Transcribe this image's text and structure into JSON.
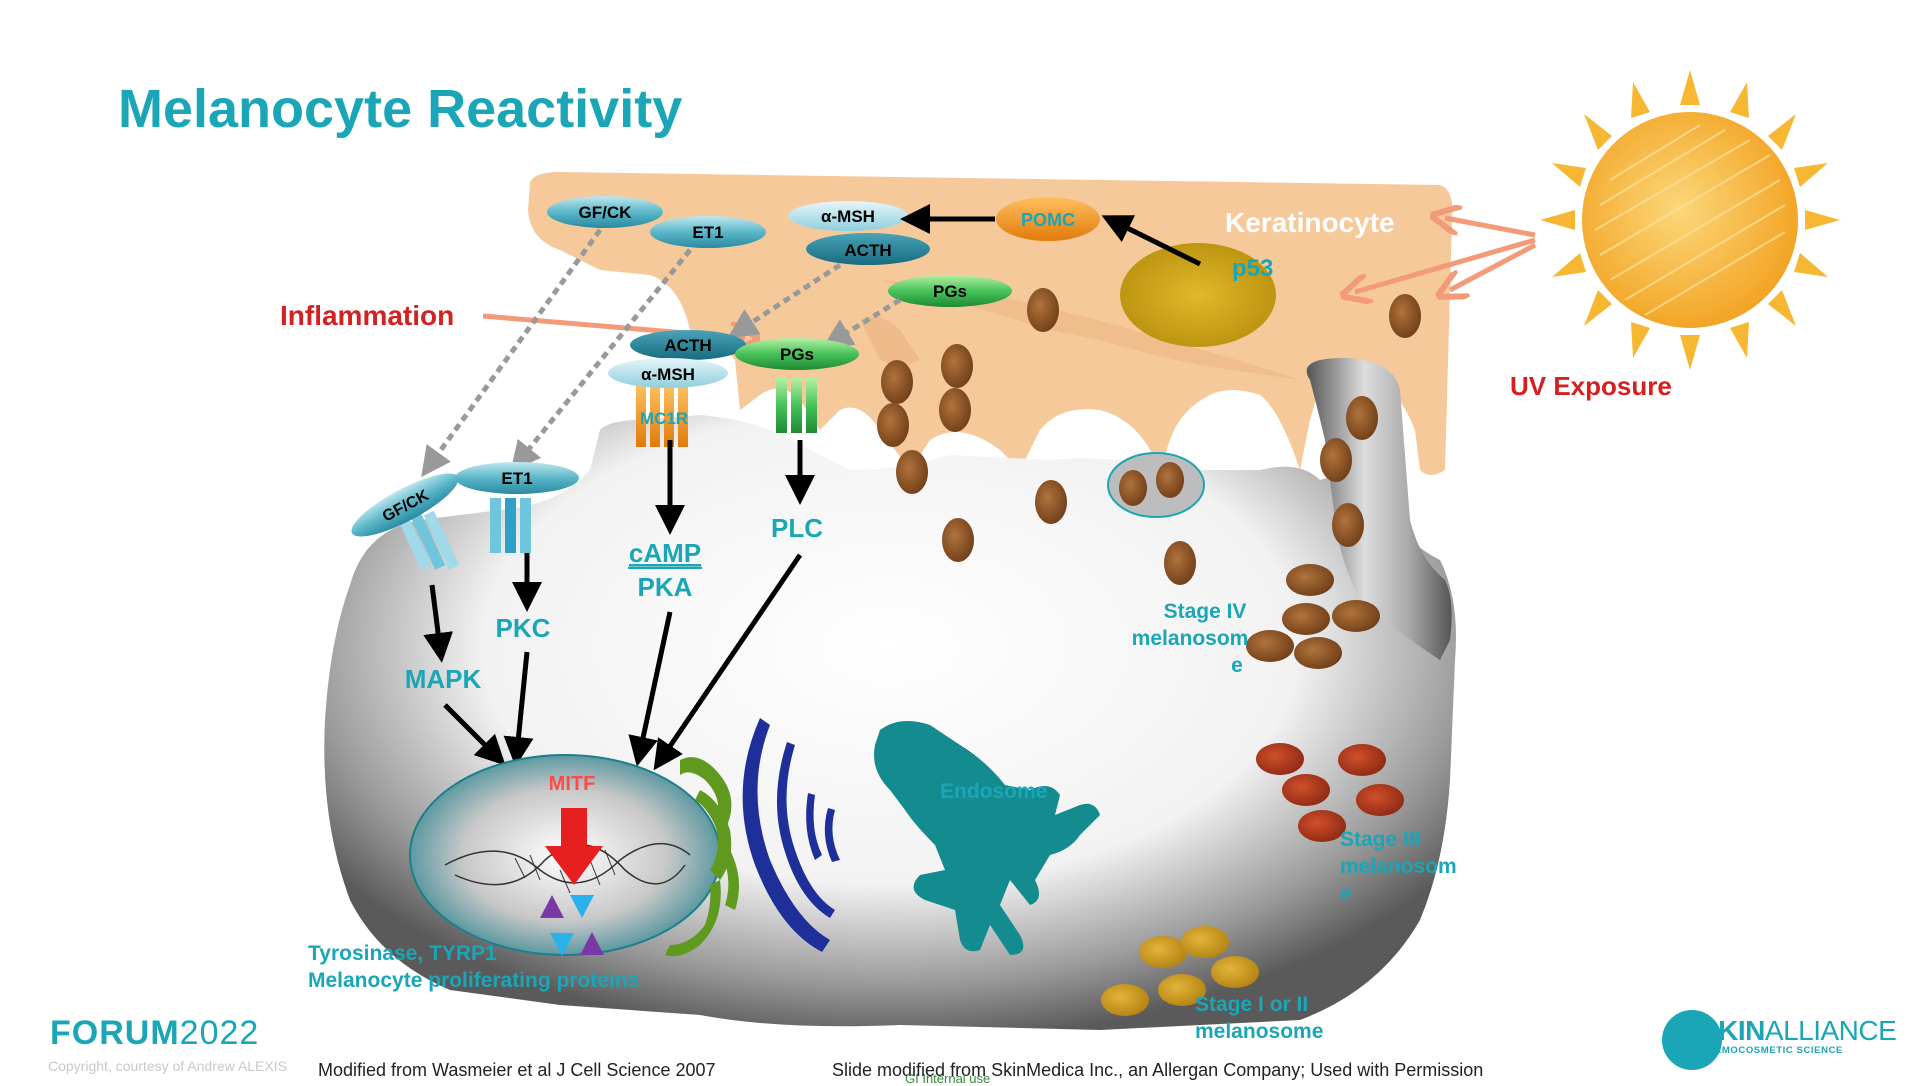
{
  "slide": {
    "title": "Melanocyte Reactivity"
  },
  "labels": {
    "keratinocyte": "Keratinocyte",
    "p53": "p53",
    "pomc": "POMC",
    "alpha_msh_top": "α-MSH",
    "acth_top": "ACTH",
    "gfck_top": "GF/CK",
    "et1_top": "ET1",
    "pgs_top": "PGs",
    "inflammation": "Inflammation",
    "uv_exposure": "UV Exposure",
    "acth_receptor": "ACTH",
    "alpha_msh_receptor": "α-MSH",
    "pgs_receptor": "PGs",
    "mc1r": "MC1R",
    "gfck_receptor": "GF/CK",
    "et1_receptor": "ET1",
    "camp": "cAMP",
    "pka": "PKA",
    "plc": "PLC",
    "pkc": "PKC",
    "mapk": "MAPK",
    "mitf": "MITF",
    "tyrosinase": "Tyrosinase, TYRP1",
    "proliferating": "Melanocyte proliferating proteins",
    "endosome": "Endosome",
    "stage4_line1": "Stage IV",
    "stage4_line2": "melanosom",
    "stage4_line3": "e",
    "stage3_line1": "Stage III",
    "stage3_line2": "melanosom",
    "stage3_line3": "e",
    "stage12_line1": "Stage I or II",
    "stage12_line2": "melanosome"
  },
  "footer": {
    "forum_bold": "FORUM",
    "forum_year": "2022",
    "copyright": "Copyright, courtesy of Andrew ALEXIS",
    "citation1": "Modified from Wasmeier et al J Cell Science 2007",
    "citation2": "Slide modified from SkinMedica Inc., an Allergan Company;  Used with Permission",
    "internal": "GI Internal use",
    "brand_bold": "SKIN",
    "brand_light": "ALLIANCE",
    "brand_sub": "DERMOCOSMETIC SCIENCE"
  },
  "colors": {
    "teal": "#1aa6b7",
    "red": "#d42020",
    "keratinocyte": "#f5c99a",
    "cell_gray": "#8a8a8a",
    "melanin": "#8a5226",
    "sun": "#f6b733"
  }
}
